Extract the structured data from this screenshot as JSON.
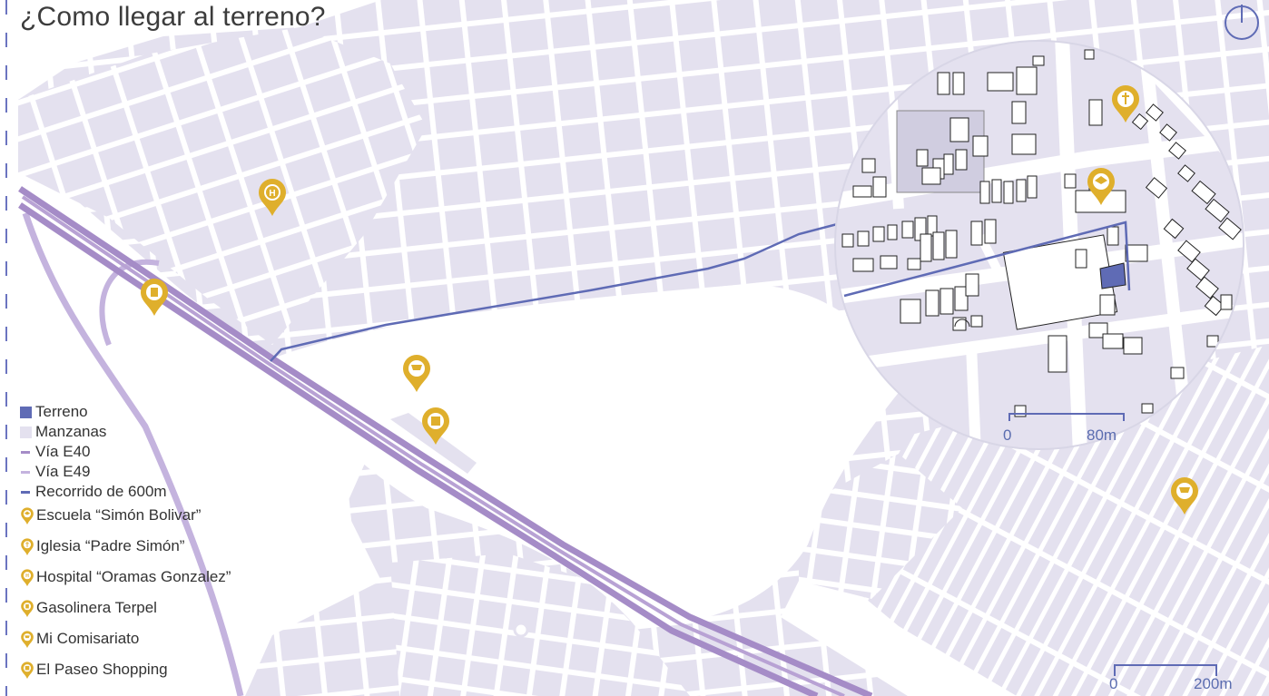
{
  "title": "¿Como llegar al terreno?",
  "colors": {
    "blocks": "#e4e1ef",
    "street": "#ffffff",
    "terreno": "#5f6bb5",
    "via_e40": "#a58cc7",
    "via_e49": "#c4b3de",
    "route": "#5f6bb5",
    "pin": "#dfaf2c",
    "scale": "#5f6bb5"
  },
  "legend": {
    "terreno": "Terreno",
    "manzanas": "Manzanas",
    "via_e40": "Vía E40",
    "via_e49": "Vía E49",
    "recorrido": "Recorrido de 600m",
    "escuela": "Escuela “Simón Bolivar”",
    "iglesia": "Iglesia “Padre Simón”",
    "hospital": "Hospital “Oramas Gonzalez”",
    "gasolinera": "Gasolinera Terpel",
    "comisariato": "Mi Comisariato",
    "paseo": "El Paseo Shopping"
  },
  "icons": {
    "escuela": "school-pin-icon",
    "iglesia": "church-pin-icon",
    "hospital": "hospital-pin-icon",
    "gasolinera": "gas-station-pin-icon",
    "comisariato": "supermarket-pin-icon",
    "paseo": "shopping-mall-pin-icon",
    "north": "north-arrow-icon"
  },
  "scale_main": {
    "start": "0",
    "end": "200m"
  },
  "scale_zoom": {
    "start": "0",
    "end": "80m"
  }
}
